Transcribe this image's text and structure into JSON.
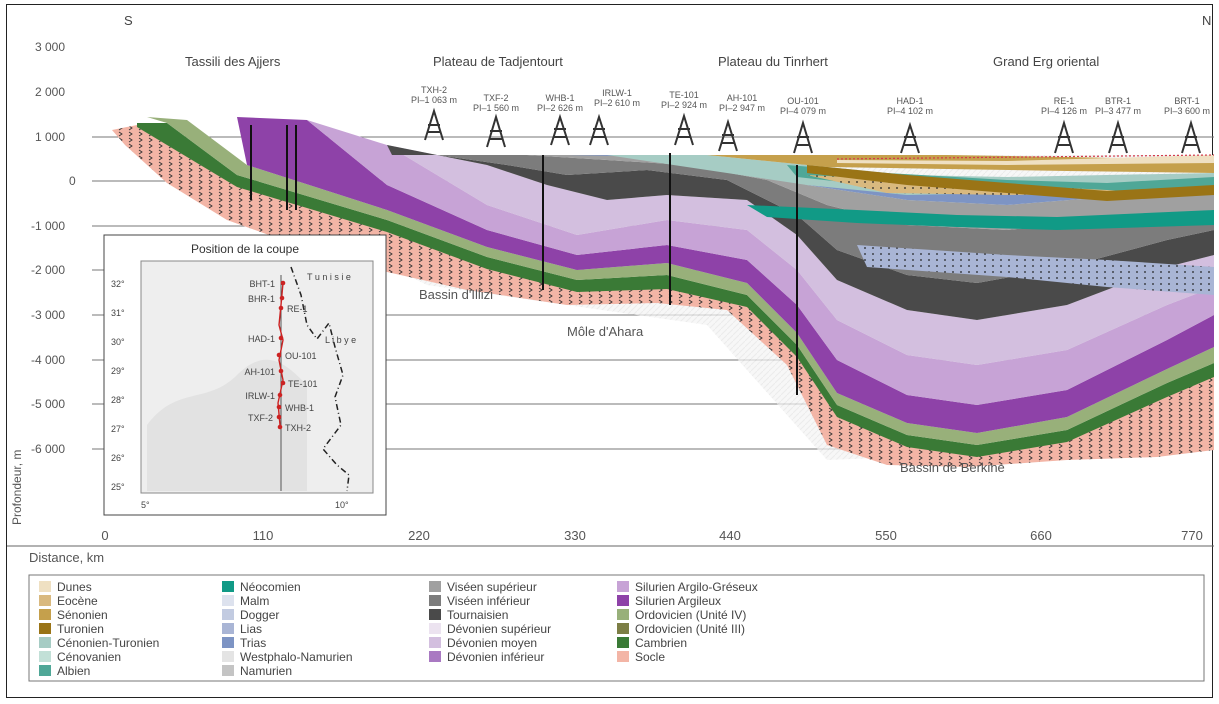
{
  "compass": {
    "south": "S",
    "north": "N"
  },
  "axes": {
    "y_ticks": [
      "3 000",
      "2 000",
      "1 000",
      "0",
      "-1 000",
      "-2 000",
      "-3 000",
      "-4 000",
      "-5 000",
      "-6 000"
    ],
    "y_label": "Profondeur, m",
    "x_ticks": [
      "0",
      "110",
      "220",
      "330",
      "440",
      "550",
      "660",
      "770"
    ],
    "x_label": "Distance, km"
  },
  "regions": [
    "Tassili des Ajjers",
    "Plateau de Tadjentourt",
    "Plateau du Tinrhert",
    "Grand Erg oriental"
  ],
  "basins": [
    "Bassin d'Illizi",
    "Môle d'Ahara",
    "Bassin de Berkine"
  ],
  "wells": [
    {
      "name": "TXH-2",
      "depth": "PI–1 063 m"
    },
    {
      "name": "TXF-2",
      "depth": "PI–1 560 m"
    },
    {
      "name": "WHB-1",
      "depth": "PI–2 626 m"
    },
    {
      "name": "IRLW-1",
      "depth": "PI–2 610 m"
    },
    {
      "name": "TE-101",
      "depth": "PI–2 924 m"
    },
    {
      "name": "AH-101",
      "depth": "PI–2 947 m"
    },
    {
      "name": "OU-101",
      "depth": "PI–4 079 m"
    },
    {
      "name": "HAD-1",
      "depth": "PI–4 102 m"
    },
    {
      "name": "RE-1",
      "depth": "PI–4 126 m"
    },
    {
      "name": "BTR-1",
      "depth": "PI–3 477 m"
    },
    {
      "name": "BRT-1",
      "depth": "PI–3 600 m"
    }
  ],
  "inset": {
    "title": "Position de la coupe",
    "lat": [
      "32°",
      "31°",
      "30°",
      "29°",
      "28°",
      "27°",
      "26°",
      "25°"
    ],
    "lon": [
      "5°",
      "10°"
    ],
    "countries": [
      "T u n i s i e",
      "L i b y e"
    ],
    "wells": [
      "BHT-1",
      "BHR-1",
      "RE-1",
      "HAD-1",
      "OU-101",
      "AH-101",
      "TE-101",
      "IRLW-1",
      "WHB-1",
      "TXF-2",
      "TXH-2"
    ]
  },
  "legend": [
    {
      "label": "Dunes",
      "color": "#efe0c2"
    },
    {
      "label": "Eocène",
      "color": "#d9b97f"
    },
    {
      "label": "Sénonien",
      "color": "#c5a04c"
    },
    {
      "label": "Turonien",
      "color": "#9a7416"
    },
    {
      "label": "Cénonien-Turonien",
      "color": "#a6ccc4"
    },
    {
      "label": "Cénovanien",
      "color": "#c2e0d7"
    },
    {
      "label": "Albien",
      "color": "#4fa797"
    },
    {
      "label": "Néocomien",
      "color": "#119a86"
    },
    {
      "label": "Malm",
      "color": "#dde2ee"
    },
    {
      "label": "Dogger",
      "color": "#c2cbe1"
    },
    {
      "label": "Lias",
      "color": "#a9b5d5"
    },
    {
      "label": "Trias",
      "color": "#7d94c4"
    },
    {
      "label": "Westphalo-Namurien",
      "color": "#e4e4e4"
    },
    {
      "label": "Namurien",
      "color": "#c4c4c4"
    },
    {
      "label": "Viséen supérieur",
      "color": "#a0a0a0"
    },
    {
      "label": "Viséen inférieur",
      "color": "#7c7c7c"
    },
    {
      "label": "Tournaisien",
      "color": "#4a4a4a"
    },
    {
      "label": "Dévonien supérieur",
      "color": "#ece3f0"
    },
    {
      "label": "Dévonien moyen",
      "color": "#d3bfdf"
    },
    {
      "label": "Dévonien inférieur",
      "color": "#a979c2"
    },
    {
      "label": "Silurien Argilo-Gréseux",
      "color": "#c7a3d6"
    },
    {
      "label": "Silurien Argileux",
      "color": "#8e42a8"
    },
    {
      "label": "Ordovicien (Unité IV)",
      "color": "#98b07a"
    },
    {
      "label": "Ordovicien (Unité III)",
      "color": "#7c7e45"
    },
    {
      "label": "Cambrien",
      "color": "#3a7a36"
    },
    {
      "label": "Socle",
      "color": "#f3b5a6"
    }
  ]
}
